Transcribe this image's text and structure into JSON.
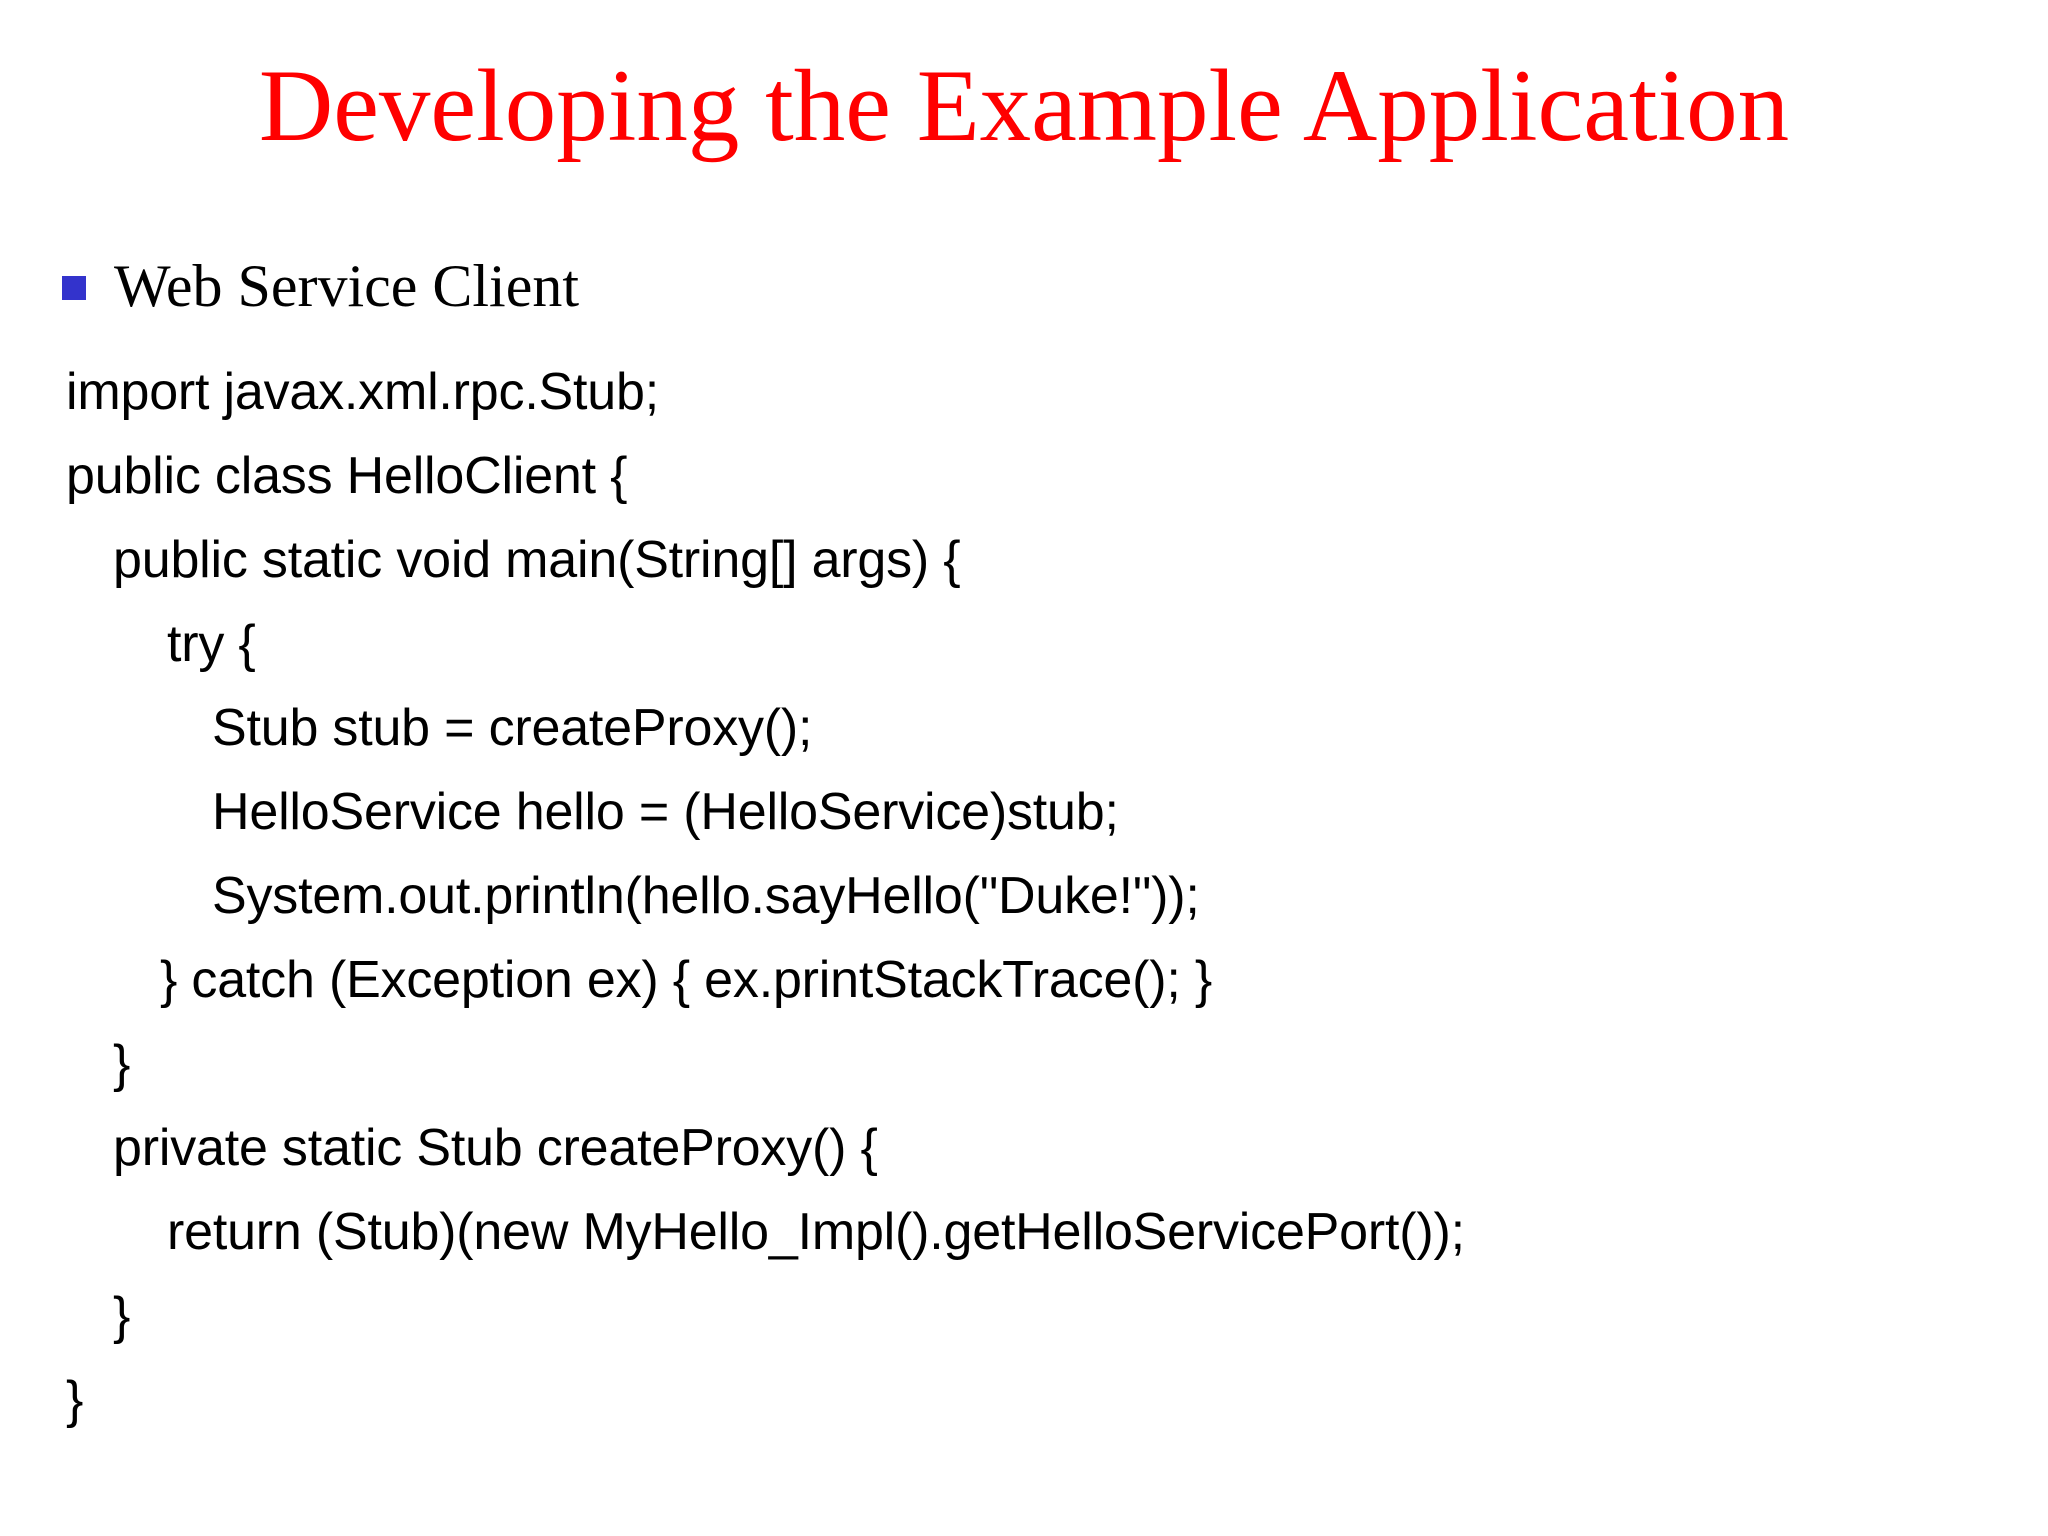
{
  "slide": {
    "title": "Developing the Example Application",
    "title_color": "#ff0000",
    "background_color": "#ffffff",
    "body_text_color": "#000000"
  },
  "bullet": {
    "marker": "square-bullet-icon",
    "marker_color": "#3333cc",
    "label": "Web Service Client"
  },
  "code": {
    "language": "java",
    "lines": [
      {
        "text": "import javax.xml.rpc.Stub;",
        "indent": 0
      },
      {
        "text": "public class HelloClient {",
        "indent": 0
      },
      {
        "text": "public static void main(String[] args) {",
        "indent": 1
      },
      {
        "text": "try {",
        "indent": 2
      },
      {
        "text": "Stub stub = createProxy();",
        "indent": 3
      },
      {
        "text": "HelloService hello = (HelloService)stub;",
        "indent": 3
      },
      {
        "text": "System.out.println(hello.sayHello(\"Duke!\"));",
        "indent": 3
      },
      {
        "text": "} catch (Exception ex) { ex.printStackTrace(); }",
        "indent": 2
      },
      {
        "text": "}",
        "indent": 1
      },
      {
        "text": "private static Stub createProxy() {",
        "indent": 1
      },
      {
        "text": "return (Stub)(new MyHello_Impl().getHelloServicePort());",
        "indent": 2
      },
      {
        "text": "}",
        "indent": 1
      },
      {
        "text": "}",
        "indent": 0
      }
    ]
  }
}
